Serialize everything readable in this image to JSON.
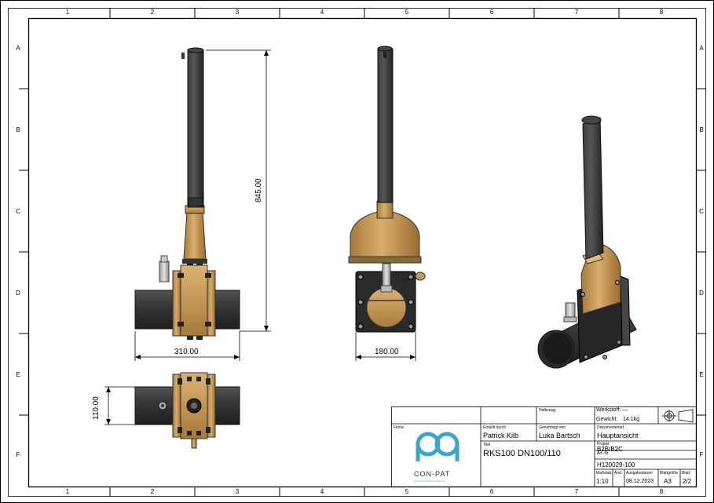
{
  "frame": {
    "columns": [
      "1",
      "2",
      "3",
      "4",
      "5",
      "6",
      "7",
      "8"
    ],
    "rows": [
      "A",
      "B",
      "C",
      "D",
      "E",
      "F"
    ]
  },
  "dimensions": {
    "height": "845.00",
    "width_side": "310.00",
    "width_front": "180.00",
    "height_bottom": "110.00"
  },
  "titleblock": {
    "firma_label": "Firma",
    "logo_text": "CON-PAT",
    "logo_tagline": "Consulting Planning Systems",
    "halbzeug_label": "Halbzeug",
    "werkstoff_label": "Werkstoff:",
    "werkstoff_value": "—",
    "gewicht_label": "Gewicht:",
    "gewicht_value": "14,1kg",
    "erstellt_label": "Erstellt durch",
    "erstellt_value": "Patrick Kilb",
    "genehmigt_label": "Genehmigt von",
    "genehmigt_value": "Luka Bartsch",
    "dokumentart_label": "Dokumentenart",
    "dokumentart_value": "Hauptansicht",
    "titel_label": "Titel",
    "titel_value": "RKS100 DN100/110",
    "projekt_label": "Projekt",
    "projekt_value": "B2B/B2C",
    "artnr_label": "Art.-Nr.",
    "artnr_value": "H120029-100",
    "massstab_label": "Maßstab",
    "massstab_value": "1:10",
    "aend_label": "Änd.",
    "aend_value": "",
    "ausgabe_label": "Ausgabedatum",
    "ausgabe_value": "08.12.2023",
    "blatt_label": "Blattgröße",
    "blatt_value": "A3",
    "blattnr_label": "Blatt",
    "blattnr_value": "2/2"
  }
}
